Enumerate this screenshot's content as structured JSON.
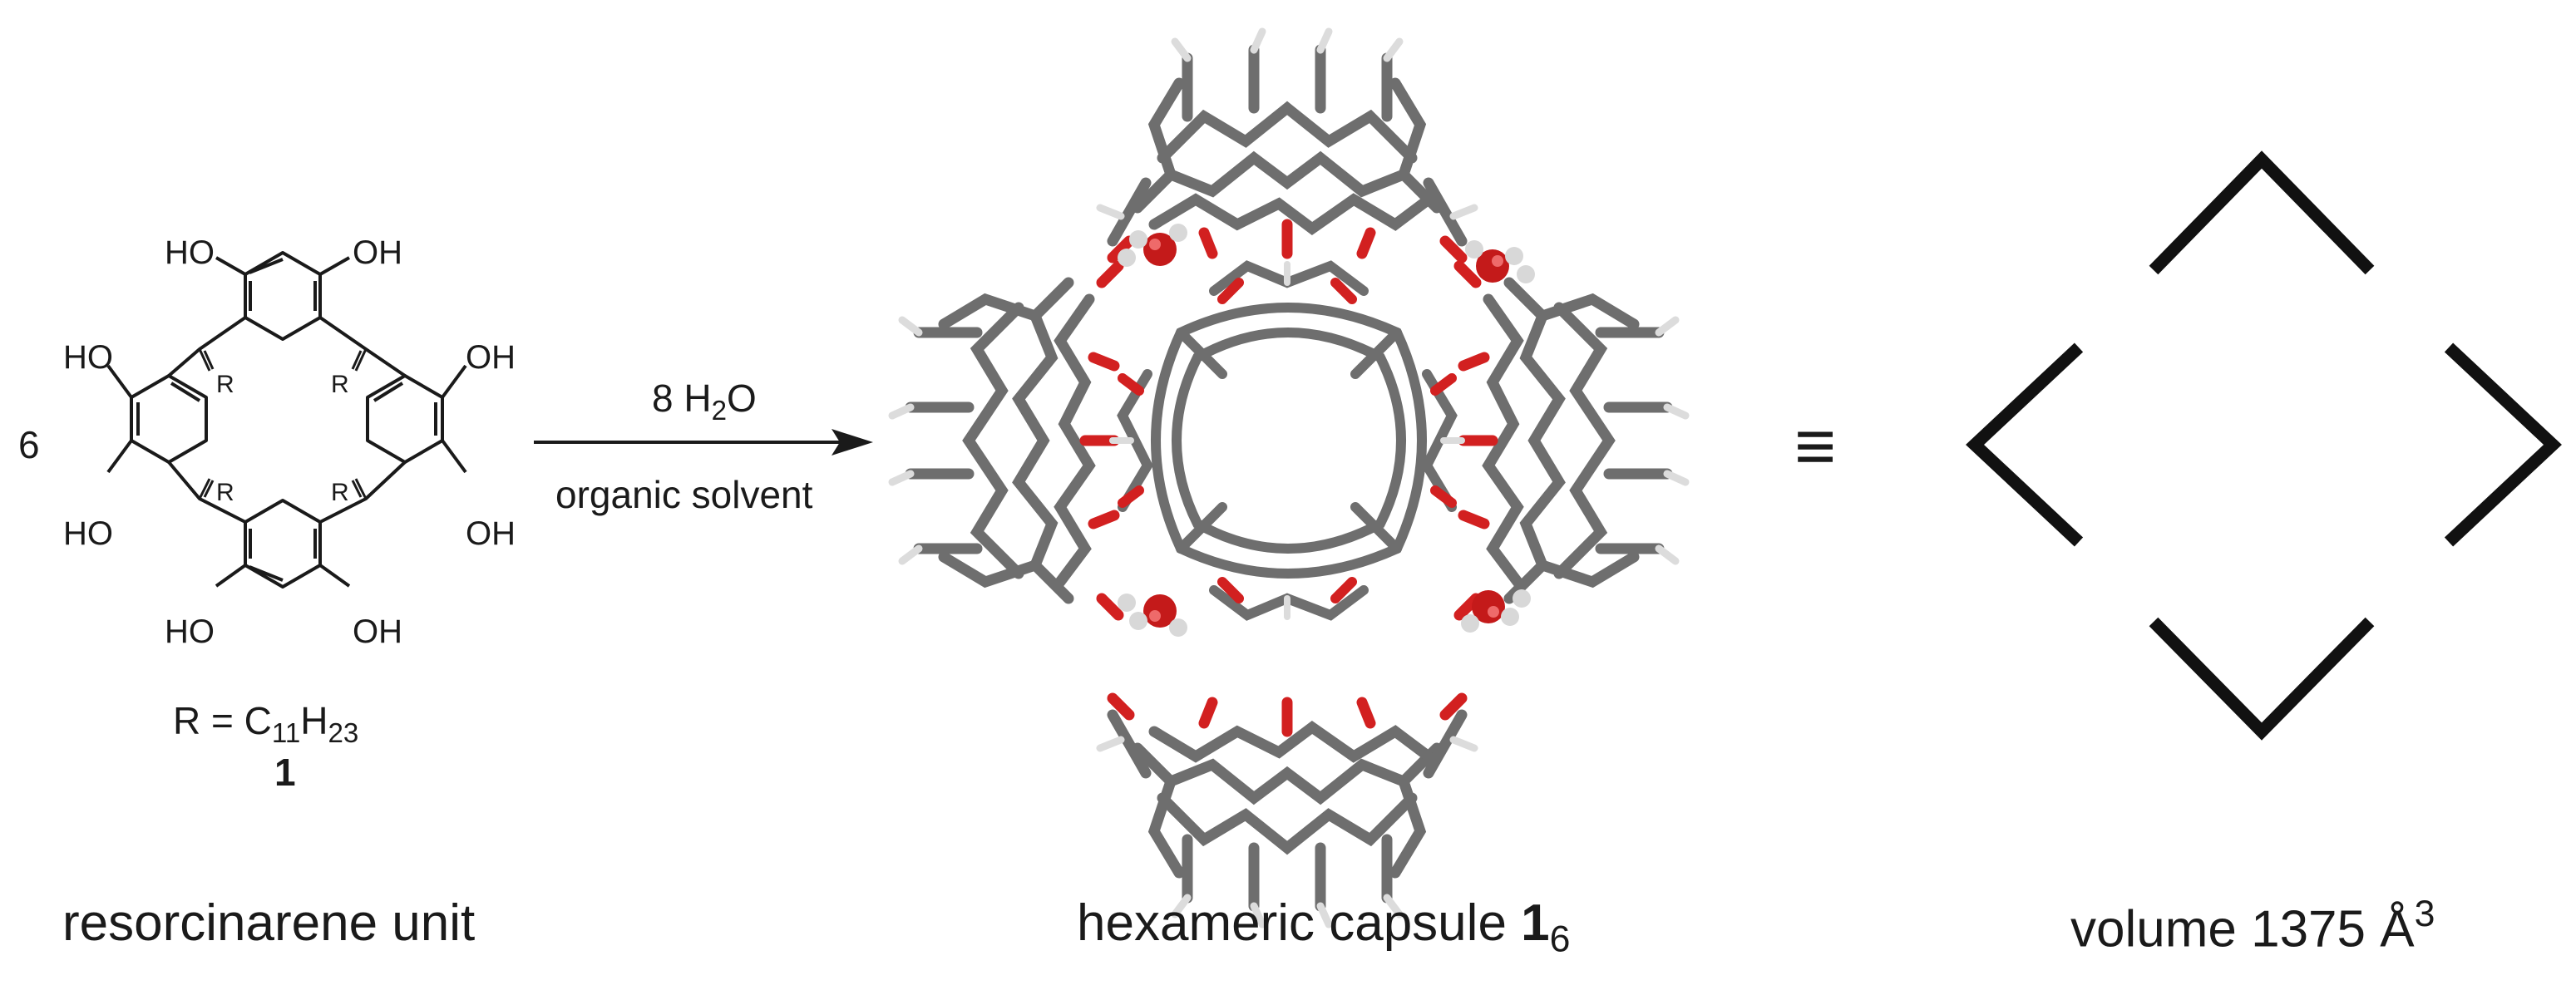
{
  "resorcinarene": {
    "coefficient": "6",
    "oh_label": "OH",
    "ho_label": "HO",
    "r_label": "R",
    "r_definition_prefix": "R = C",
    "r_sub1": "11",
    "r_mid": "H",
    "r_sub2": "23",
    "compound_number": "1",
    "caption": "resorcinarene unit"
  },
  "reaction": {
    "reagent_prefix": "8 H",
    "reagent_sub": "2",
    "reagent_suffix": "O",
    "conditions": "organic solvent"
  },
  "capsule": {
    "caption_text": "hexameric capsule ",
    "caption_number": "1",
    "caption_sub": "6"
  },
  "equivalence_symbol": "≡",
  "volume": {
    "caption_text": "volume 1375 Å",
    "caption_sup": "3"
  },
  "colors": {
    "carbon": "#6e6e6e",
    "oxygen": "#d22020",
    "hydrogen": "#dcdcdc",
    "bonds": "#1a1a1a"
  }
}
